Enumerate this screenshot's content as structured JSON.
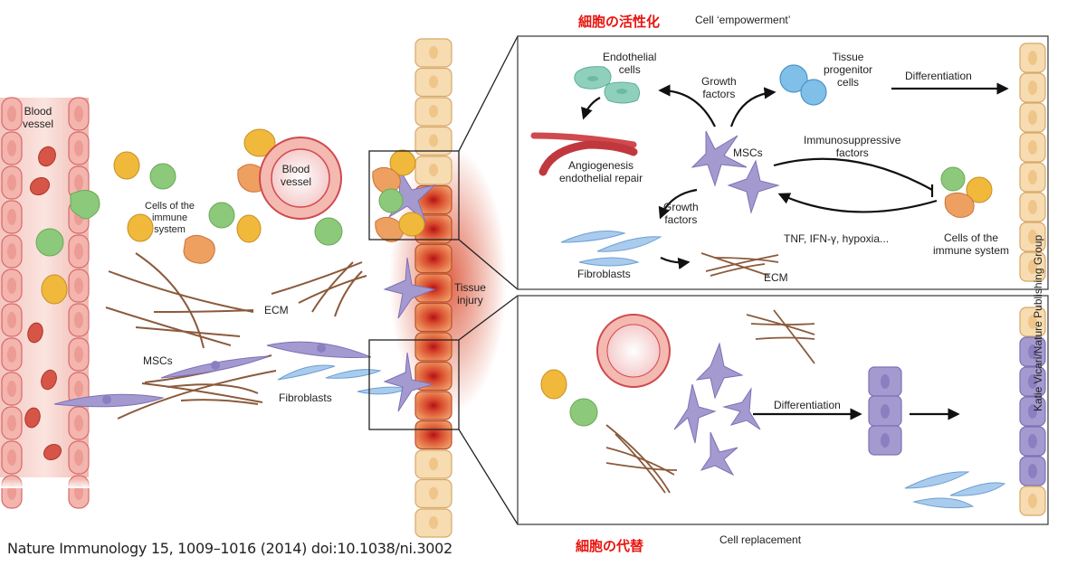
{
  "header": {
    "empowerment_jp": "細胞の活性化",
    "empowerment_en": "Cell ‘empowerment’",
    "replacement_jp": "細胞の代替",
    "replacement_en": "Cell replacement"
  },
  "left_panel": {
    "blood_vessel": "Blood\nvessel",
    "small_vessel": "Blood\nvessel",
    "immune_cells": "Cells of the\nimmune\nsystem",
    "ecm": "ECM",
    "mscs": "MSCs",
    "fibroblasts": "Fibroblasts",
    "tissue_injury": "Tissue\ninjury"
  },
  "empowerment_panel": {
    "endothelial_cells": "Endothelial\ncells",
    "growth_factors_top": "Growth\nfactors",
    "tissue_progenitor": "Tissue\nprogenitor\ncells",
    "differentiation": "Differentiation",
    "angiogenesis": "Angiogenesis\nendothelial repair",
    "mscs": "MSCs",
    "immunosuppressive": "Immunosuppressive\nfactors",
    "growth_factors_bottom": "Growth\nfactors",
    "tnf": "TNF, IFN-γ, hypoxia...",
    "immune_cells": "Cells of the\nimmune system",
    "fibroblasts": "Fibroblasts",
    "ecm": "ECM"
  },
  "replacement_panel": {
    "differentiation": "Differentiation"
  },
  "footer": {
    "citation": "Nature Immunology 15, 1009–1016 (2014) doi:10.1038/ni.3002",
    "credit": "Katie Vicari/Nature Publishing Group"
  },
  "colors": {
    "japanese_label": "#e8150f",
    "msc": "#a59ad0",
    "fibroblast": "#a9cbee",
    "ecm": "#8b5a3c",
    "tissue_cell": "#f6dcb0",
    "injured_cell": "#d9542e",
    "immune_green": "#8cc97a",
    "immune_yellow": "#f0b93c",
    "immune_orange": "#eea060",
    "vessel": "#e07070",
    "endothelial": "#8fd0bd",
    "progenitor": "#7fbfe8"
  }
}
